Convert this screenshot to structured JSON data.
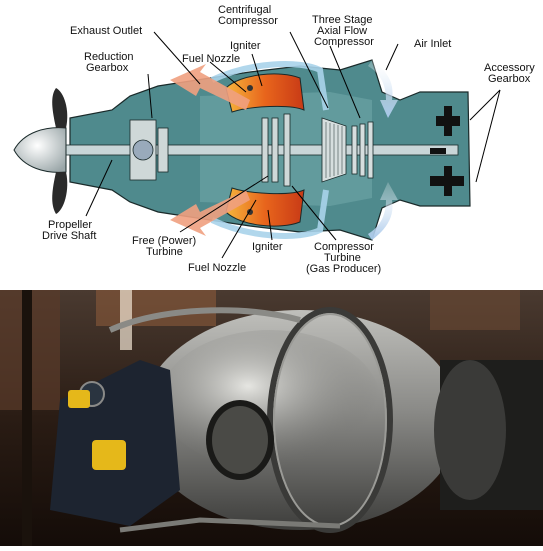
{
  "diagram": {
    "labels": {
      "exhaust_outlet": "Exhaust Outlet",
      "centrifugal_compressor_1": "Centrifugal",
      "centrifugal_compressor_2": "Compressor",
      "three_stage_1": "Three Stage",
      "three_stage_2": "Axial Flow",
      "three_stage_3": "Compressor",
      "air_inlet": "Air Inlet",
      "reduction_gearbox_1": "Reduction",
      "reduction_gearbox_2": "Gearbox",
      "igniter_top": "Igniter",
      "fuel_nozzle_top": "Fuel Nozzle",
      "accessory_gearbox_1": "Accessory",
      "accessory_gearbox_2": "Gearbox",
      "propeller_shaft_1": "Propeller",
      "propeller_shaft_2": "Drive Shaft",
      "free_turbine_1": "Free (Power)",
      "free_turbine_2": "Turbine",
      "igniter_bottom": "Igniter",
      "fuel_nozzle_bottom": "Fuel Nozzle",
      "compressor_turbine_1": "Compressor",
      "compressor_turbine_2": "Turbine",
      "compressor_turbine_3": "(Gas Producer)"
    },
    "colors": {
      "casing": "#4f8a8d",
      "outline": "#1a2a2a",
      "chamber": "#e05a1a",
      "chamber_glow": "#f2a23a",
      "shaft": "#c9d6d8",
      "air": "#bcd6ee",
      "exhaust": "#f0a080"
    }
  },
  "photo": {
    "colors": {
      "background": "#2a1c14",
      "engine_metal": "#8b8b88",
      "gearbox": "#1d2430",
      "cap": "#e5b81a"
    }
  }
}
